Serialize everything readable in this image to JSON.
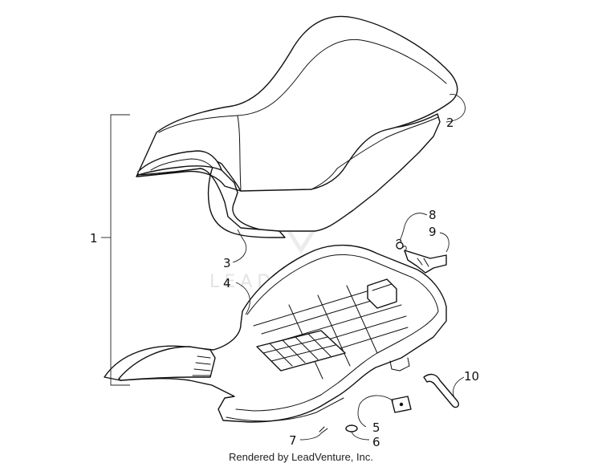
{
  "watermark": "LEADVENTURE",
  "footer": "Rendered by LeadVenture, Inc.",
  "callouts": [
    "1",
    "2",
    "3",
    "4",
    "5",
    "6",
    "7",
    "8",
    "9",
    "10"
  ]
}
